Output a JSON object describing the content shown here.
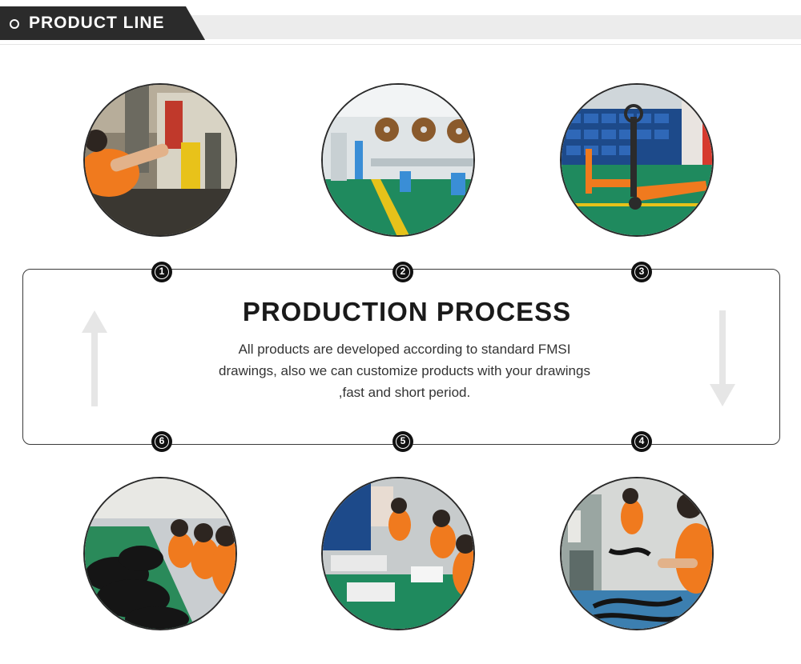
{
  "header": {
    "title": "PRODUCT LINE",
    "tab_color": "#2b2b2b",
    "bar_color": "#ececec"
  },
  "process": {
    "title": "PRODUCTION PROCESS",
    "description": "All products are developed according to standard FMSI drawings, also we can customize products with your drawings ,fast and short period."
  },
  "steps": [
    {
      "number": "1",
      "scene": "press-machine-operator"
    },
    {
      "number": "2",
      "scene": "cable-reel-workshop"
    },
    {
      "number": "3",
      "scene": "pallet-truck-warehouse"
    },
    {
      "number": "4",
      "scene": "wire-harness-assembly"
    },
    {
      "number": "5",
      "scene": "conveyor-packing-line"
    },
    {
      "number": "6",
      "scene": "harness-sorting-line"
    }
  ],
  "colors": {
    "worker_orange": "#f07a1e",
    "floor_green": "#1f8a5e",
    "badge": "#111111",
    "arrow": "#e6e6e6"
  }
}
